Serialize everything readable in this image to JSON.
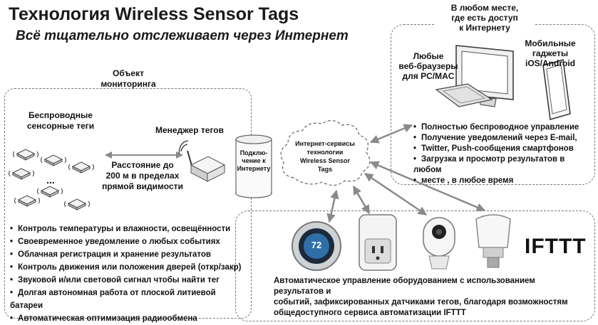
{
  "title": "Технология Wireless Sensor Tags",
  "subtitle": "Всё тщательно отслеживает через Интернет",
  "monitoring_object": {
    "label_l1": "Объект",
    "label_l2": "мониторинга"
  },
  "sensor_tags": {
    "label_l1": "Беспроводные",
    "label_l2": "сенсорные теги",
    "ellipsis": "..."
  },
  "distance": {
    "l1": "Расстояние до",
    "l2": "200 м в пределах",
    "l3": "прямой видимости"
  },
  "tag_manager": {
    "label": "Менеджер тегов"
  },
  "internet_connection": {
    "l1": "Подклю-",
    "l2": "чение к",
    "l3": "Интернету"
  },
  "cloud": {
    "l1": "Интернет-сервисы",
    "l2": "технологии",
    "l3": "Wireless Sensor",
    "l4": "Tags"
  },
  "anywhere": {
    "l1": "В любом месте,",
    "l2": "где есть доступ",
    "l3": "к Интернету"
  },
  "browsers": {
    "l1": "Любые",
    "l2": "веб-браузеры",
    "l3": "для PC/MAC"
  },
  "mobile": {
    "l1": "Мобильные гаджеты",
    "l2": "iOS/Android"
  },
  "remote_features": [
    "Полностью беспроводное управление",
    "Получение уведомлений через E-mail,",
    "Twitter, Push-сообщения смартфонов",
    "Загрузка и просмотр результатов в любом",
    "месте , в любое время"
  ],
  "tag_features": [
    "Контроль температуры и влажности, освещённости",
    "Своевременное уведомление о любых событиях",
    "Облачная регистрация и хранение результатов",
    "Контроль движения или положения дверей (откр/закр)",
    "Звуковой и/или световой сигнал чтобы найти тег",
    "Долгая автономная работа от плоской литиевой батареи",
    "Автоматическая оптимизация радиообмена"
  ],
  "thermostat": {
    "value": "72"
  },
  "ifttt_logo": "IFTTT",
  "automation": {
    "l1": "Автоматическое управление оборудованием с использованием результатов и",
    "l2": "событий, зафиксированных датчиками тегов, благодаря возможностям",
    "l3": "общедоступного сервиса автоматизации IFTTT"
  },
  "icons": [
    "tag-icon",
    "wifi-antenna-icon",
    "router-icon",
    "cylinder-icon",
    "cloud-icon",
    "monitor-icon",
    "keyboard-icon",
    "tablet-icon",
    "thermostat-icon",
    "smart-plug-icon",
    "camera-icon",
    "light-bulb-icon"
  ]
}
